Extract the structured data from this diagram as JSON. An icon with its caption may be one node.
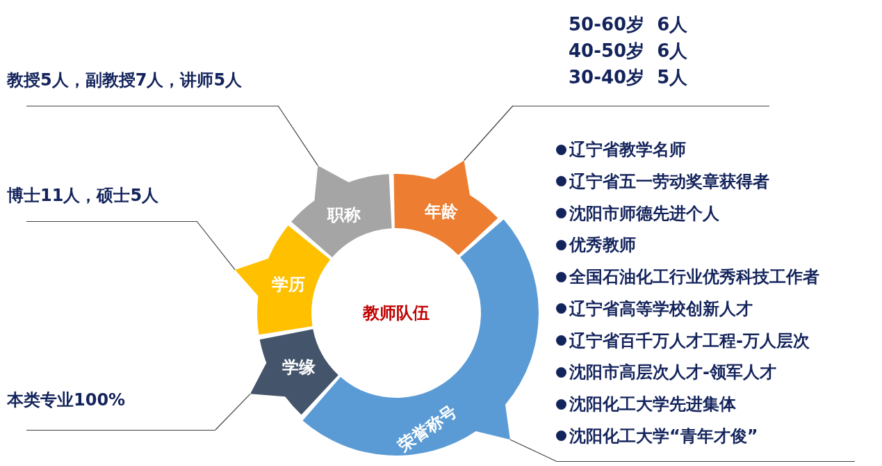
{
  "diagram": {
    "nodes": [
      {
        "text": [
          "教师队伍"
        ]
      },
      {
        "text": [
          "职称"
        ]
      },
      {
        "text": [
          "年龄"
        ]
      },
      {
        "text": [
          "荣誉称号"
        ]
      },
      {
        "text": [
          "学缘"
        ]
      },
      {
        "text": [
          "学历"
        ]
      },
      {
        "text": [
          "教授5人，副教授7人，讲师5人"
        ]
      },
      {
        "text": [
          "50-60岁  6人",
          "40-50岁  6人",
          "30-40岁  5人"
        ]
      },
      {
        "text": [
          "辽宁省教学名师",
          "辽宁省五一劳动奖章获得者",
          "沈阳市师德先进个人",
          "优秀教师",
          "全国石油化工行业优秀科技工作者",
          "辽宁省高等学校创新人才",
          "辽宁省百千万人才工程-万人层次",
          "沈阳市高层次人才-领军人才",
          "沈阳化工大学先进集体",
          "沈阳化工大学“青年才俊”"
        ]
      },
      {
        "text": [
          "博士11人，硕士5人"
        ]
      },
      {
        "text": [
          "本类专业100%"
        ]
      }
    ],
    "edges": [
      {
        "from": 6,
        "to": 1,
        "arrow": "none"
      },
      {
        "from": 7,
        "to": 2,
        "arrow": "none"
      },
      {
        "from": 8,
        "to": 3,
        "arrow": "none"
      },
      {
        "from": 9,
        "to": 5,
        "arrow": "none"
      },
      {
        "from": 10,
        "to": 4,
        "arrow": "none"
      }
    ]
  }
}
